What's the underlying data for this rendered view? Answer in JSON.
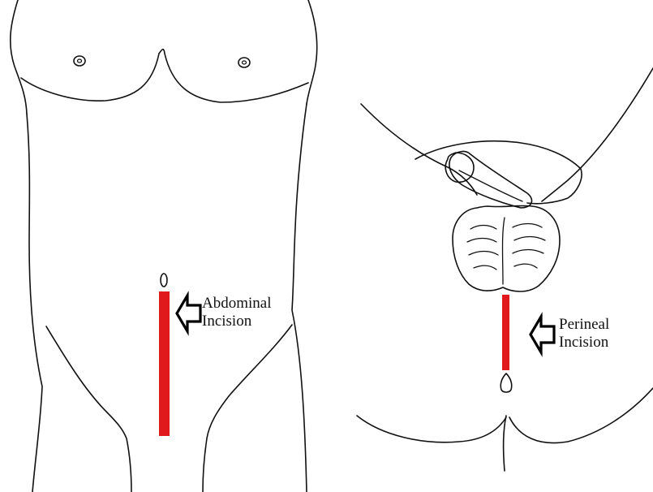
{
  "colors": {
    "incision": "#e0191c",
    "ink": "#111111",
    "background": "#ffffff"
  },
  "abdominal": {
    "label_line1": "Abdominal",
    "label_line2": "Incision"
  },
  "perineal": {
    "label_line1": "Perineal",
    "label_line2": "Incision"
  }
}
